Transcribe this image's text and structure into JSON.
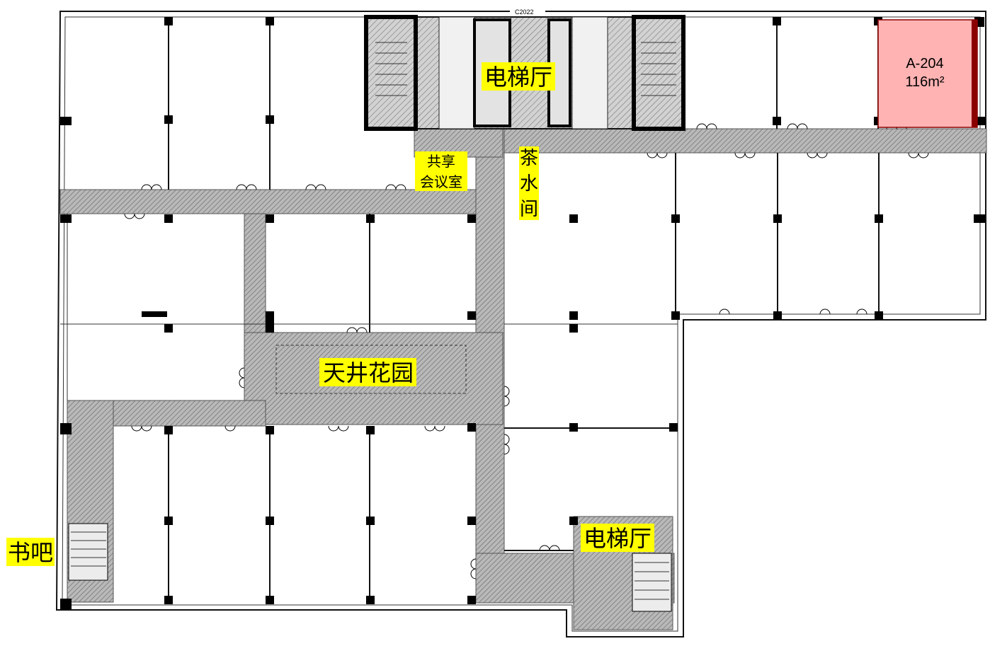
{
  "floor_plan": {
    "labels": {
      "elevator_hall_top": "电梯厅",
      "elevator_hall_bottom": "电梯厅",
      "shared_meeting_room": [
        "共享",
        "会议室"
      ],
      "tea_room": [
        "茶",
        "水",
        "间"
      ],
      "atrium_garden": "天井花园",
      "book_bar": "书吧",
      "drawing_code": "C2022"
    },
    "highlighted_unit": {
      "name": "A-204",
      "area": "116m²",
      "fill_color": "#ffb3b3",
      "border_color": "#8b0000"
    },
    "colors": {
      "label_highlight": "#ffff00",
      "corridor_hatch": "#8a8a8a",
      "wall": "#000000"
    }
  }
}
